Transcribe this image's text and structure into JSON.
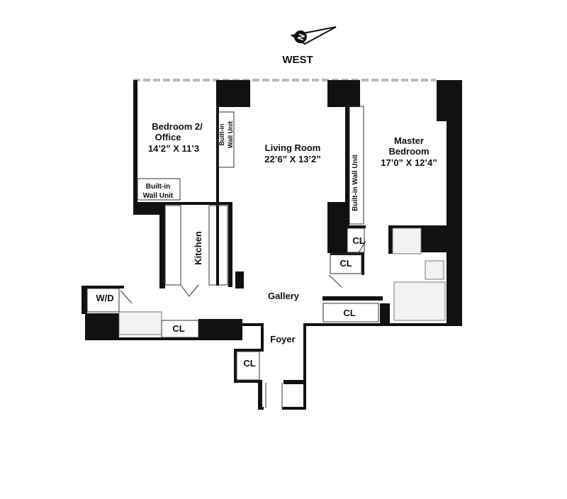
{
  "compass": {
    "letter": "N",
    "direction_label": "WEST"
  },
  "rooms": {
    "bedroom2": {
      "name_line1": "Bedroom 2/",
      "name_line2": "Office",
      "size": "14’2” X 11’3"
    },
    "living_room": {
      "name": "Living Room",
      "size": "22’6” X 13’2”"
    },
    "master_bedroom": {
      "name_line1": "Master",
      "name_line2": "Bedroom",
      "size": "17’0” X 12’4”"
    },
    "kitchen": {
      "name": "Kitchen"
    },
    "gallery": {
      "name": "Gallery"
    },
    "foyer": {
      "name": "Foyer"
    }
  },
  "built_ins": {
    "living_wall_unit_line1": "Built-in",
    "living_wall_unit_line2": "Wall Unit",
    "bedroom2_wall_unit_line1": "Built-in",
    "bedroom2_wall_unit_line2": "Wall Unit",
    "master_wall_unit": "Built-in Wall Unit"
  },
  "closets": {
    "label": "CL",
    "washer_dryer": "W/D"
  }
}
